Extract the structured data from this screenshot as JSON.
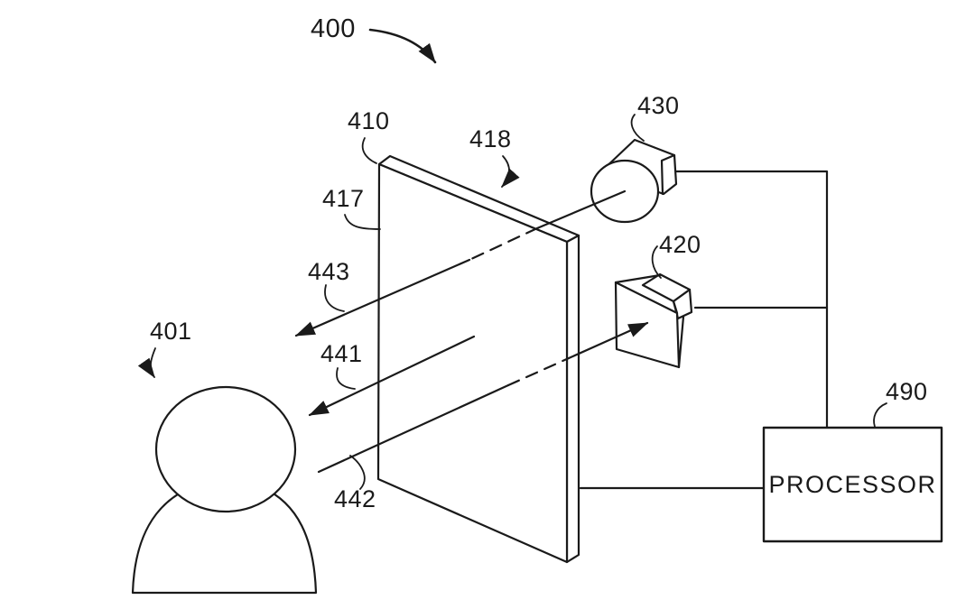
{
  "figure": {
    "background_color": "#ffffff",
    "line_color": "#1a1a1a",
    "labels": {
      "figure_number": "400",
      "person": "401",
      "display_panel": "410",
      "display_surface": "417",
      "display_edge": "418",
      "projector": "420",
      "camera": "430",
      "ray_emitted": "441",
      "ray_projected": "442",
      "ray_captured": "443",
      "processor": "490"
    },
    "processor_text": "PROCESSOR"
  }
}
